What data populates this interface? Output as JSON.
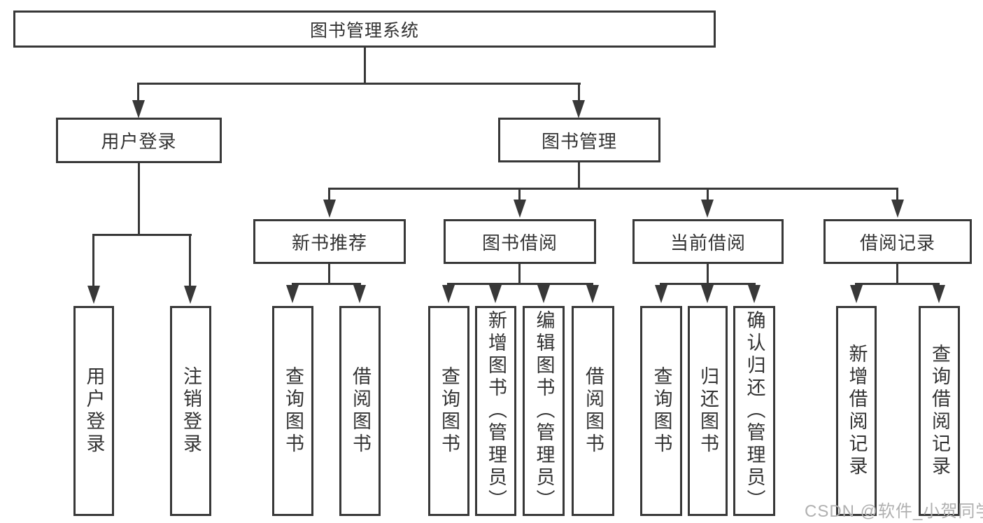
{
  "nodes": {
    "root": "图书管理系统",
    "user_login": "用户登录",
    "book_mgmt": "图书管理",
    "new_book_rec": "新书推荐",
    "book_borrow": "图书借阅",
    "current_borrow": "当前借阅",
    "borrow_records": "借阅记录",
    "login": "用户登录",
    "logout": "注销登录",
    "nbr_query": "查询图书",
    "nbr_borrow": "借阅图书",
    "bb_query": "查询图书",
    "bb_add": "新增图书（管理员）",
    "bb_edit": "编辑图书（管理员）",
    "bb_borrow": "借阅图书",
    "cb_query": "查询图书",
    "cb_return": "归还图书",
    "cb_confirm": "确认归还（管理员）",
    "br_add": "新增借阅记录",
    "br_query": "查询借阅记录"
  },
  "watermark": "CSDN @软件_小贺同学",
  "colors": {
    "line": "#383838",
    "text": "#333333",
    "background": "#ffffff",
    "watermark": "#b0b0b0"
  }
}
